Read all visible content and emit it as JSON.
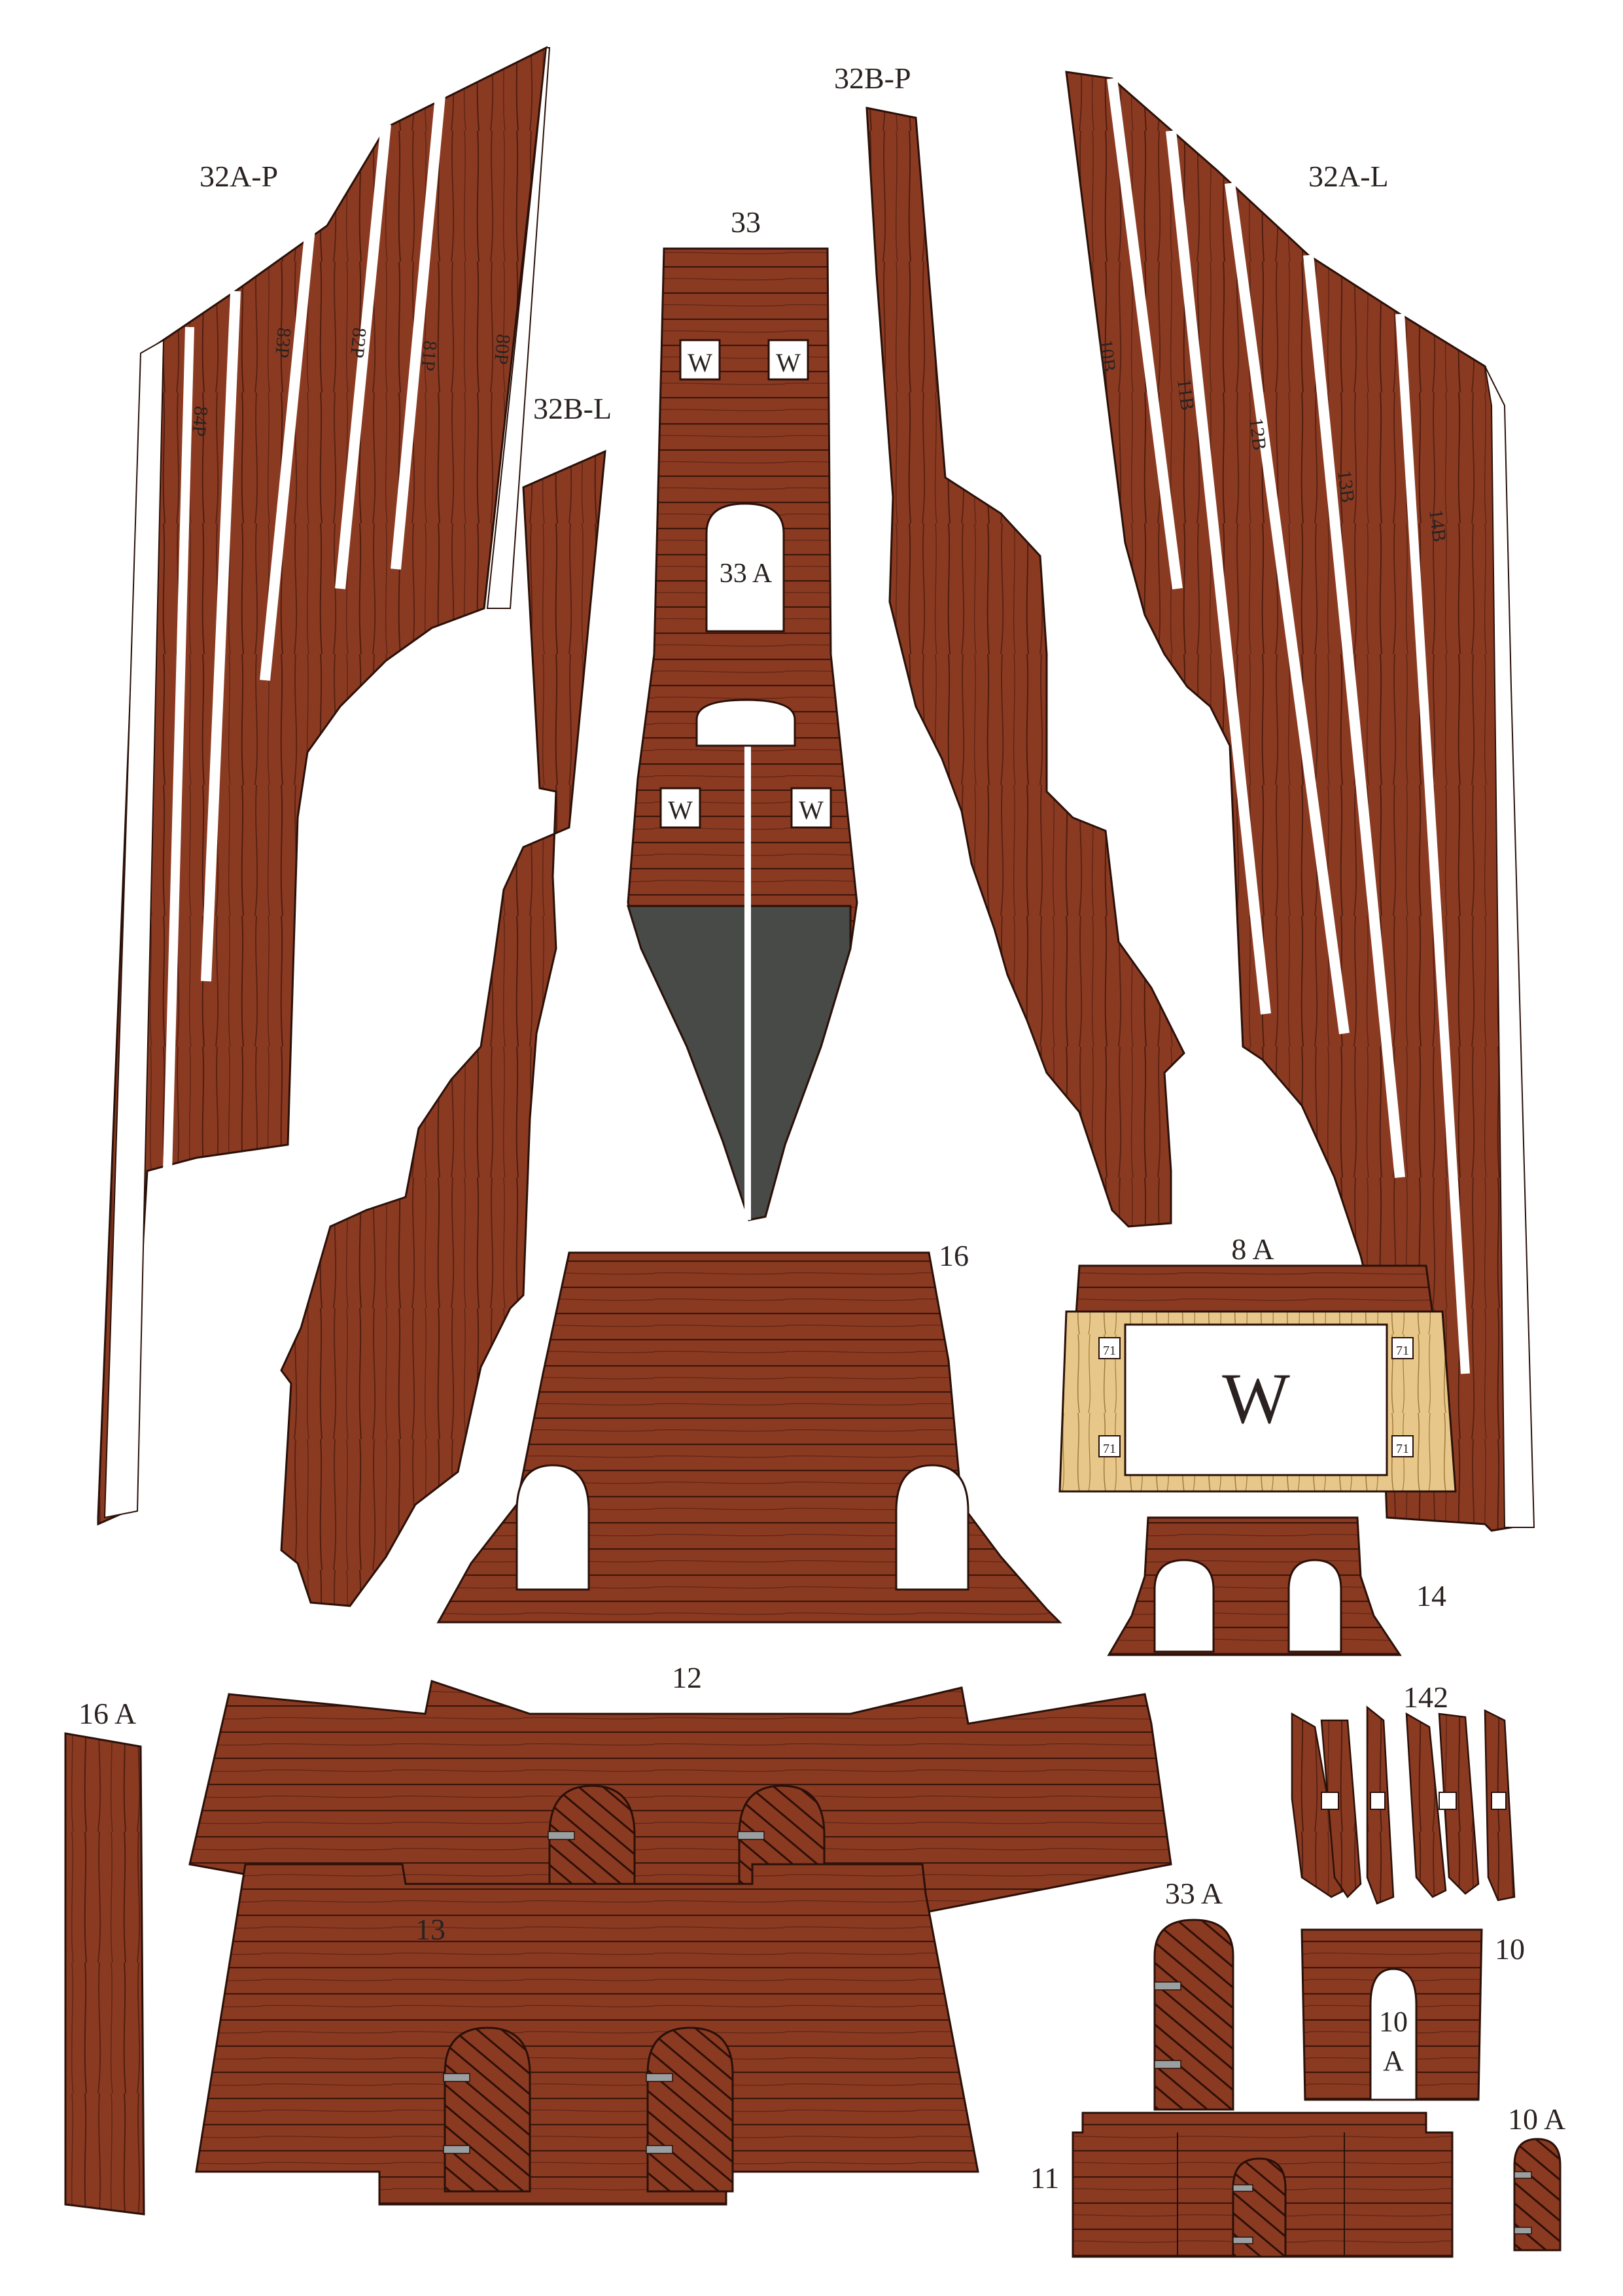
{
  "colors": {
    "wood": "#8b3a22",
    "wood_dark": "#2e0f06",
    "hull_black": "#474a47",
    "light_wood": "#e8c88a",
    "hinge": "#9aa0a2"
  },
  "labels": {
    "p32a_p": "32A-P",
    "p32b_p": "32B-P",
    "p32a_l": "32A-L",
    "p32b_l": "32B-L",
    "p33": "33",
    "p33a": "33 A",
    "p33a_small": "33 A",
    "p16": "16",
    "p16a": "16 A",
    "p8a": "8 A",
    "p14": "14",
    "p12": "12",
    "p13": "13",
    "p142": "142",
    "p10": "10",
    "p10a_inner_1": "10",
    "p10a_inner_2": "A",
    "p10a": "10 A",
    "p11": "11",
    "w": "W",
    "w_big": "W"
  },
  "strip_marks_left": [
    "84P",
    "83P",
    "82P",
    "81P",
    "80P"
  ],
  "strip_marks_right": [
    "10B",
    "11B",
    "12B",
    "13B",
    "14B"
  ],
  "tab_marks_8a": [
    "71",
    "71",
    "71",
    "71"
  ]
}
